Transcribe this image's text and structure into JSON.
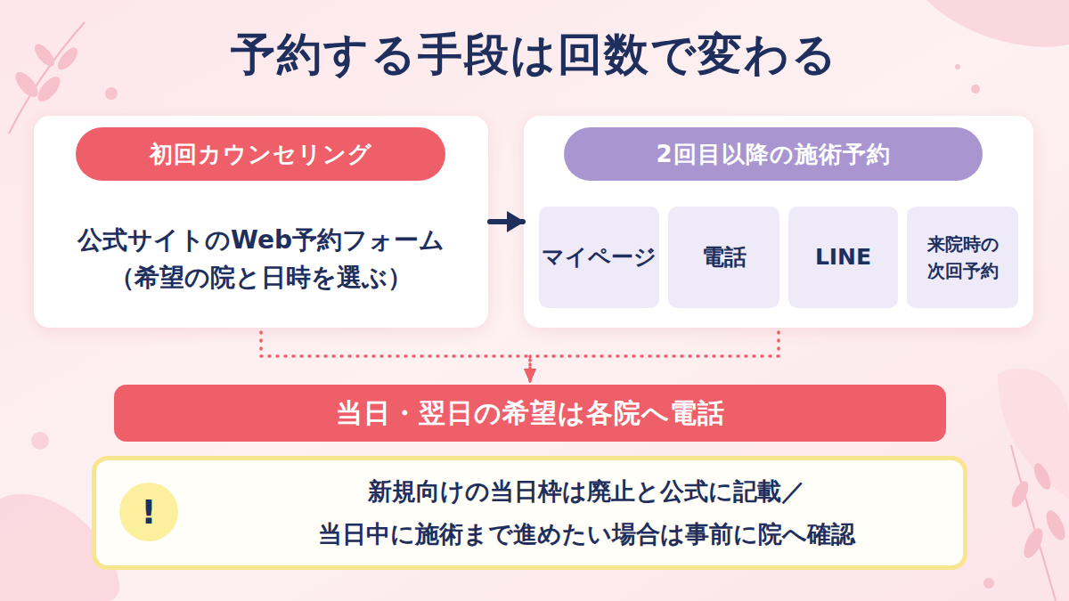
{
  "diagram": {
    "title": "予約する手段は回数で変わる",
    "nodes": [
      {
        "text": [
          "初回カウンセリング",
          "公式サイトのWeb予約フォーム （希望の院と日時を選ぶ）"
        ]
      },
      {
        "text": [
          "2回目以降の施術予約"
        ]
      },
      {
        "text": [
          "マイページ"
        ],
        "in": 1
      },
      {
        "text": [
          "電話"
        ],
        "in": 1
      },
      {
        "text": [
          "LINE"
        ],
        "in": 1
      },
      {
        "text": [
          "来院時の 次回予約"
        ],
        "in": 1
      },
      {
        "text": [
          "当日・翌日の希望は各院へ電話"
        ]
      },
      {
        "text": [
          "新規向けの当日枠は廃止と公式に記載／ 当日中に施術まで進めたい場合は事前に院へ確認"
        ]
      },
      {
        "text": [
          "!"
        ],
        "in": 7
      }
    ],
    "edges": [
      {
        "from": 0,
        "to": 1,
        "arrow": "to"
      },
      {
        "from": 0,
        "to": 6,
        "arrow": "to"
      },
      {
        "from": 1,
        "to": 6,
        "arrow": "to"
      }
    ]
  }
}
